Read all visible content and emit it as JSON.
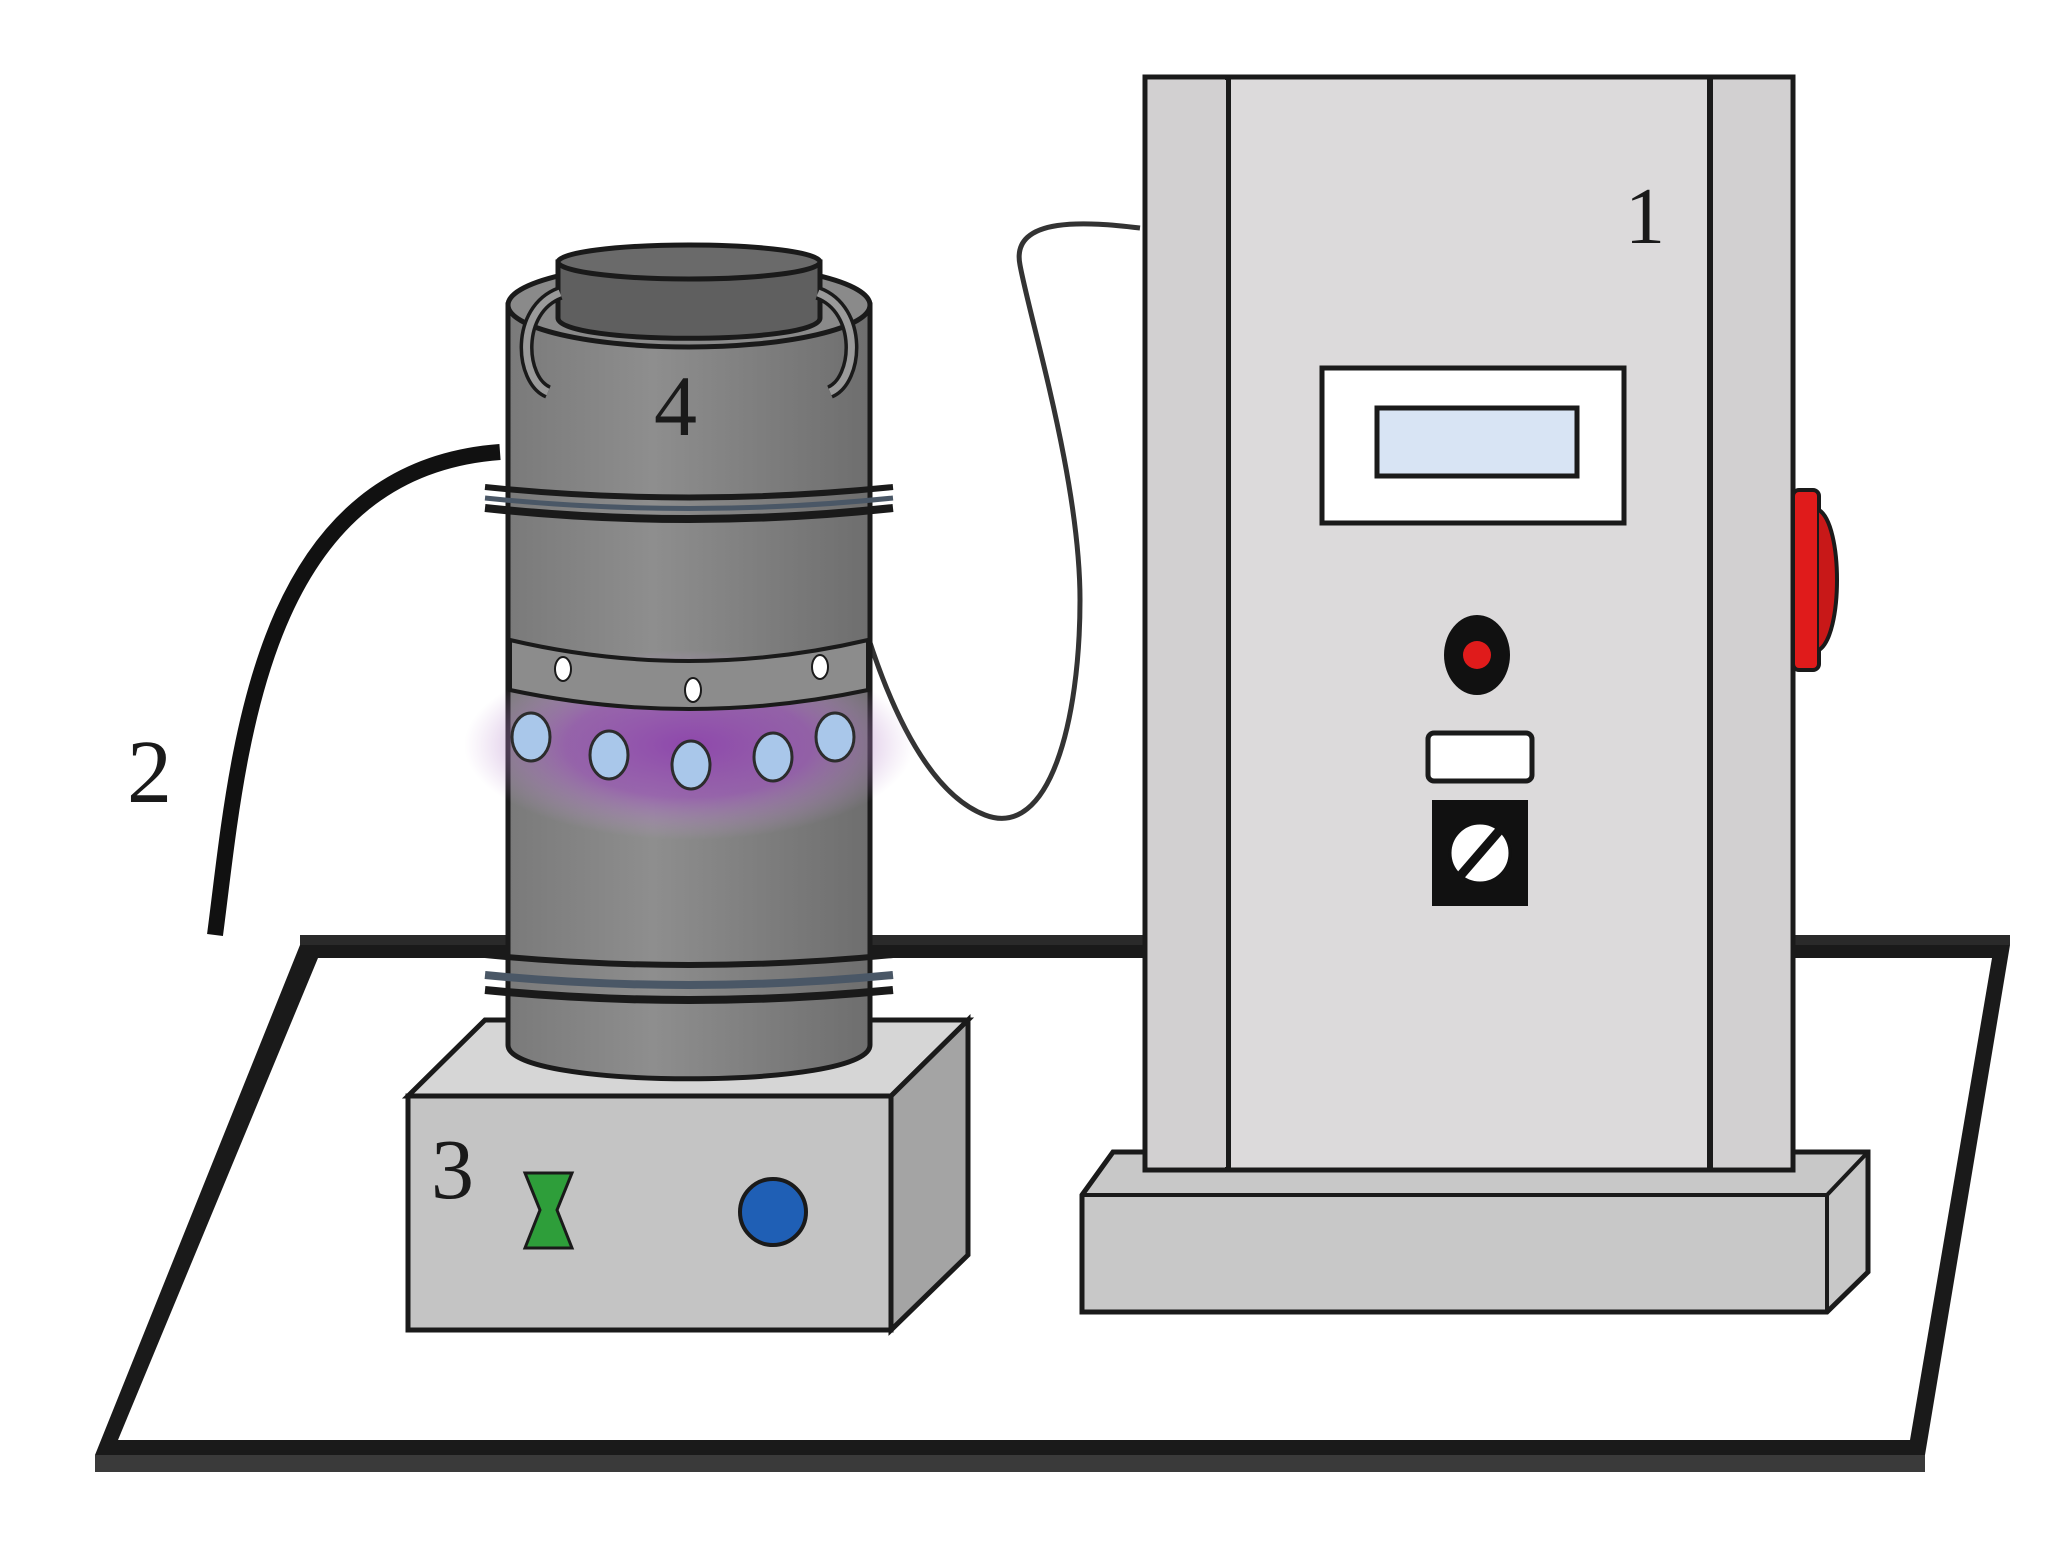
{
  "labels": {
    "power_unit": "1",
    "gas_hose": "2",
    "stirrer_base": "3",
    "reactor": "4"
  },
  "colors": {
    "outline": "#1a1a1a",
    "cabinet_face": "#dcdadb",
    "cabinet_side": "#cfcdce",
    "display_screen": "#d8e4f4",
    "reactor_body": "#858585",
    "reactor_cap": "#5f5f5f",
    "plasma_glow": "#8e44ad",
    "plasma_dot": "#a9c7ea",
    "stirrer_front": "#c4c4c4",
    "stirrer_top": "#d6d6d6",
    "stirrer_side": "#a4a4a4",
    "knob_green": "#2e9e3a",
    "button_blue": "#1f5fb5",
    "button_red": "#e01b1b",
    "tray_fill": "#ffffff"
  },
  "icons": {
    "power_indicator": "red-indicator-light-icon",
    "rotary_switch": "rotary-switch-icon",
    "emergency_stop": "emergency-stop-button-icon",
    "speed_knob": "hourglass-knob-icon",
    "start_button": "round-button-icon"
  }
}
